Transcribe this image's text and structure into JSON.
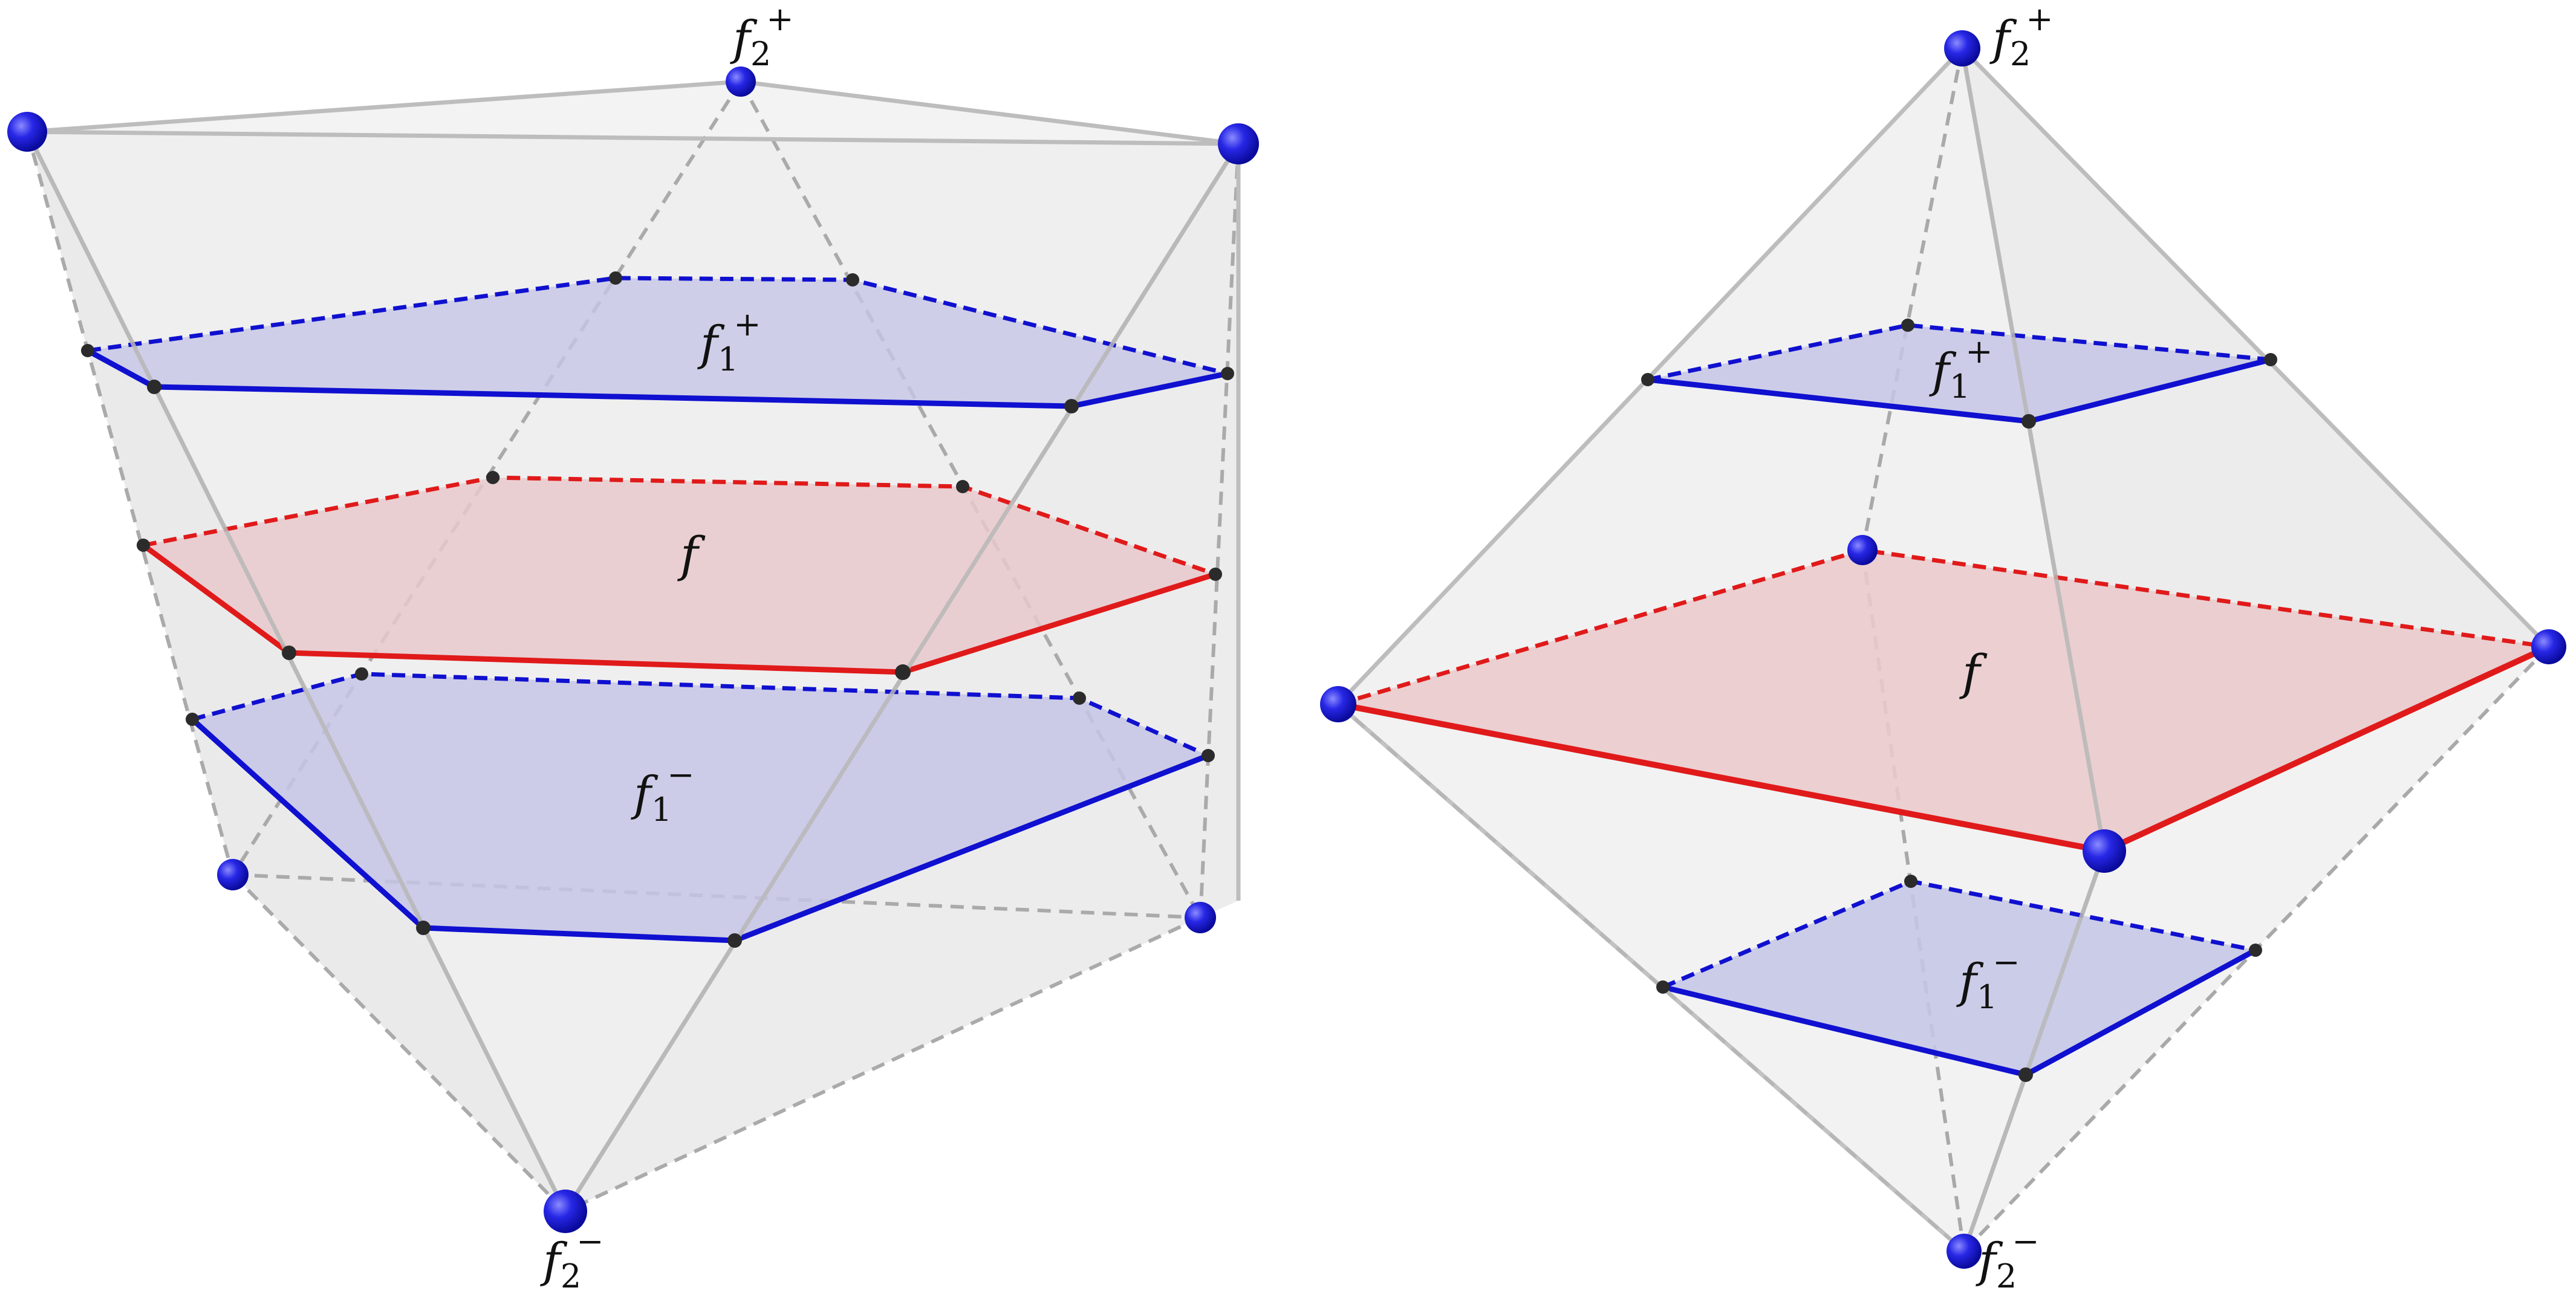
{
  "figures": [
    {
      "id": "hexagonal-bipyramid-slices",
      "labels": {
        "top": {
          "base": "f",
          "index": "2",
          "sign": "+"
        },
        "slice_upper": {
          "base": "f",
          "index": "1",
          "sign": "+"
        },
        "slice_middle": {
          "base": "f",
          "index": "",
          "sign": ""
        },
        "slice_lower": {
          "base": "f",
          "index": "1",
          "sign": "−"
        },
        "bottom": {
          "base": "f",
          "index": "2",
          "sign": "−"
        }
      }
    },
    {
      "id": "octahedron-slices",
      "labels": {
        "top": {
          "base": "f",
          "index": "2",
          "sign": "+"
        },
        "slice_upper": {
          "base": "f",
          "index": "1",
          "sign": "+"
        },
        "slice_middle": {
          "base": "f",
          "index": "",
          "sign": ""
        },
        "slice_lower": {
          "base": "f",
          "index": "1",
          "sign": "−"
        },
        "bottom": {
          "base": "f",
          "index": "2",
          "sign": "−"
        }
      }
    }
  ],
  "colors": {
    "vertex": "#1f1fe0",
    "vertex_light": "#5a5aff",
    "slice_blue_fill": "#c5c6e6",
    "slice_blue_edge": "#1010d0",
    "slice_red_fill": "#e9c9cc",
    "slice_red_edge": "#e01a1a",
    "polytope_fill": "#f1f1f1",
    "polytope_edge": "#b9b9b9",
    "hidden_edge": "#a9a9a9",
    "slice_point": "#2b2b2b"
  }
}
